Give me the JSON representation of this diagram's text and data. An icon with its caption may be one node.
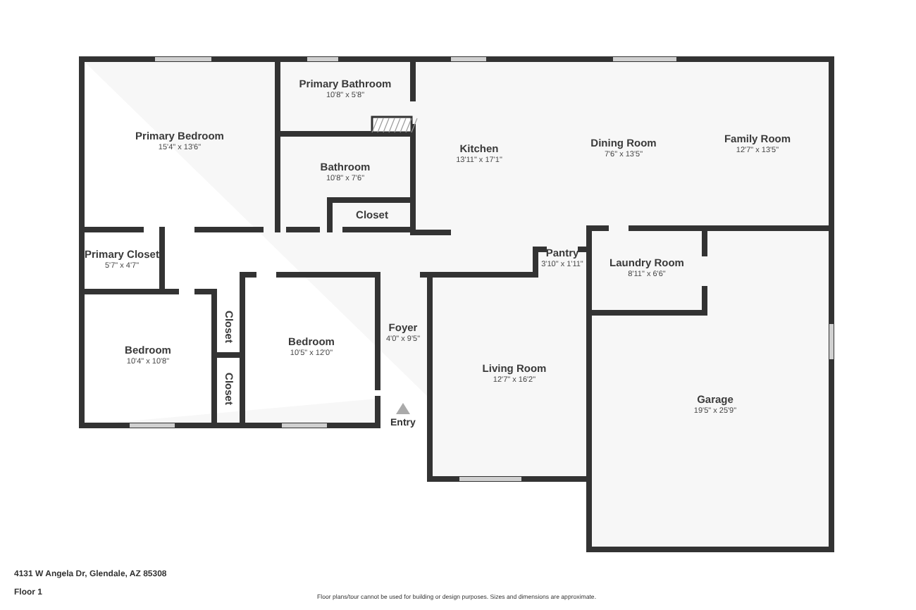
{
  "diagram": {
    "nodes": [
      {
        "text": [
          "Primary Bedroom",
          "15'4\" x 13'6\""
        ]
      },
      {
        "text": [
          "Primary Bathroom",
          "10'8\" x 5'8\""
        ]
      },
      {
        "text": [
          "Bathroom",
          "10'8\" x 7'6\""
        ]
      },
      {
        "text": [
          "Closet"
        ]
      },
      {
        "text": [
          "Kitchen",
          "13'11\" x 17'1\""
        ]
      },
      {
        "text": [
          "Dining Room",
          "7'6\" x 13'5\""
        ]
      },
      {
        "text": [
          "Family Room",
          "12'7\" x 13'5\""
        ]
      },
      {
        "text": [
          "Primary Closet",
          "5'7\" x 4'7\""
        ]
      },
      {
        "text": [
          "Pantry",
          "3'10\" x 1'11\""
        ]
      },
      {
        "text": [
          "Laundry Room",
          "8'11\" x 6'6\""
        ]
      },
      {
        "text": [
          "Closet"
        ]
      },
      {
        "text": [
          "Bedroom",
          "10'4\" x 10'8\""
        ]
      },
      {
        "text": [
          "Bedroom",
          "10'5\" x 12'0\""
        ]
      },
      {
        "text": [
          "Foyer",
          "4'0\" x 9'5\""
        ]
      },
      {
        "text": [
          "Closet"
        ]
      },
      {
        "text": [
          "Living Room",
          "12'7\" x 16'2\""
        ]
      },
      {
        "text": [
          "Garage",
          "19'5\" x 25'9\""
        ]
      }
    ],
    "labels": [
      "Entry",
      "4131 W Angela Dr, Glendale, AZ 85308",
      "Floor 1",
      "Floor plans/tour cannot be used for building or design purposes. Sizes and dimensions are approximate."
    ]
  }
}
